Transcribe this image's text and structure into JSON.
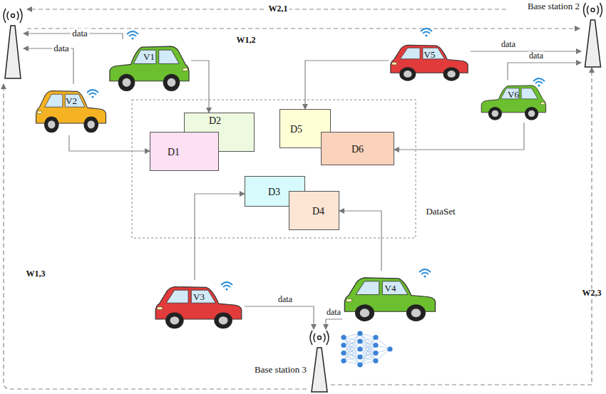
{
  "diagram": {
    "nodes": [
      {
        "text": [
          "Base station 2"
        ]
      },
      {
        "text": [
          "V1"
        ]
      },
      {
        "text": [
          "V2"
        ]
      },
      {
        "text": [
          "V5"
        ]
      },
      {
        "text": [
          "V6"
        ]
      },
      {
        "text": [
          "D2"
        ]
      },
      {
        "text": [
          "D1"
        ]
      },
      {
        "text": [
          "D5"
        ]
      },
      {
        "text": [
          "D6"
        ]
      },
      {
        "text": [
          "D3"
        ]
      },
      {
        "text": [
          "D4"
        ]
      },
      {
        "text": [
          "V3"
        ]
      },
      {
        "text": [
          "V4"
        ]
      },
      {
        "text": [
          "Base station 3"
        ]
      }
    ],
    "edges": [
      {
        "from": 1,
        "to": 5,
        "arrow": "to"
      },
      {
        "from": 2,
        "to": 6,
        "arrow": "to"
      },
      {
        "from": 11,
        "to": 9,
        "arrow": "to"
      },
      {
        "from": 12,
        "to": 10,
        "arrow": "to"
      },
      {
        "from": 3,
        "to": 7,
        "arrow": "to"
      },
      {
        "from": 4,
        "to": 8,
        "arrow": "to"
      },
      {
        "from": 3,
        "to": 0,
        "label": "data",
        "arrow": "to"
      },
      {
        "from": 4,
        "to": 0,
        "label": "data",
        "arrow": "to"
      },
      {
        "from": 11,
        "to": 13,
        "label": "data",
        "arrow": "to"
      },
      {
        "from": 12,
        "to": 13,
        "label": "data",
        "arrow": "to"
      },
      {
        "from": 13,
        "to": 0,
        "label": "W2,3",
        "arrow": "to"
      }
    ],
    "labels": [
      "W2,1",
      "W1,2",
      "data",
      "data",
      "DataSet",
      "W1,3"
    ]
  }
}
